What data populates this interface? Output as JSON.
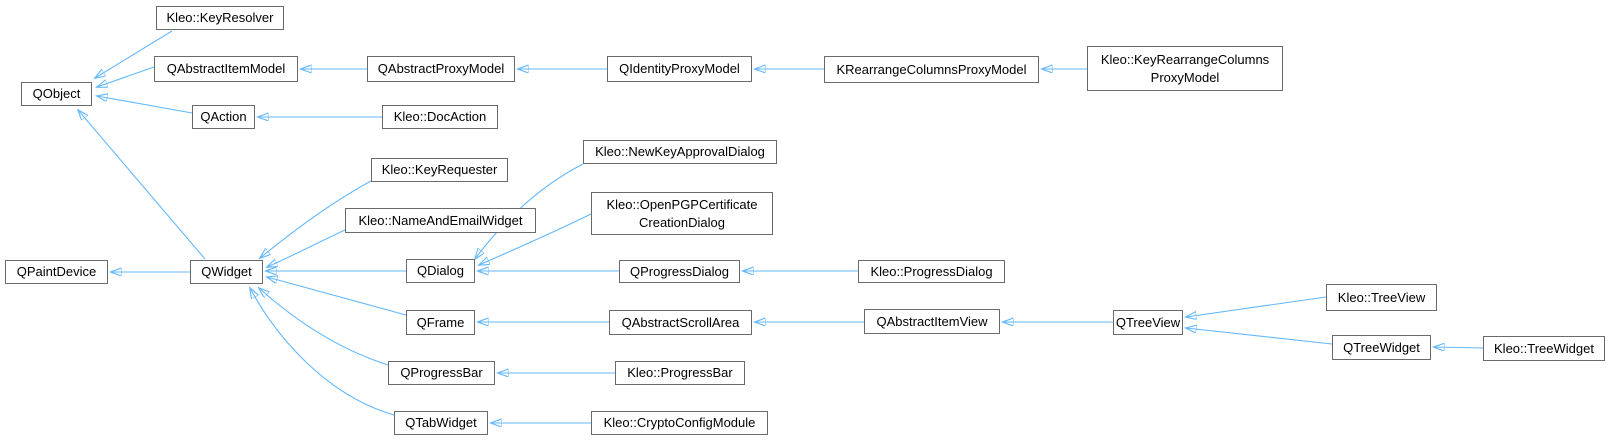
{
  "diagram": {
    "kind": "class-inheritance-graph",
    "colors": {
      "edge": "#63b8ff",
      "node_border": "#6a6a6a",
      "node_background": "#ffffff",
      "node_text": "#000000",
      "background": "#ffffff"
    },
    "nodes": [
      {
        "id": "qobject",
        "label": "QObject"
      },
      {
        "id": "kleo-keyresolver",
        "label": "Kleo::KeyResolver"
      },
      {
        "id": "qabstractitemmodel",
        "label": "QAbstractItemModel"
      },
      {
        "id": "qabstractproxymodel",
        "label": "QAbstractProxyModel"
      },
      {
        "id": "qidentityproxymodel",
        "label": "QIdentityProxyModel"
      },
      {
        "id": "krearrangecolumnsproxymodel",
        "label": "KRearrangeColumnsProxyModel"
      },
      {
        "id": "kleo-keyrearrangecolumnsproxymodel",
        "label": "Kleo::KeyRearrangeColumns\nProxyModel"
      },
      {
        "id": "qaction",
        "label": "QAction"
      },
      {
        "id": "kleo-docaction",
        "label": "Kleo::DocAction"
      },
      {
        "id": "qpaintdevice",
        "label": "QPaintDevice"
      },
      {
        "id": "qwidget",
        "label": "QWidget"
      },
      {
        "id": "kleo-keyrequester",
        "label": "Kleo::KeyRequester"
      },
      {
        "id": "kleo-nameandemailwidget",
        "label": "Kleo::NameAndEmailWidget"
      },
      {
        "id": "kleo-newkeyapprovaldialog",
        "label": "Kleo::NewKeyApprovalDialog"
      },
      {
        "id": "kleo-openpgpcertificatecreationdialog",
        "label": "Kleo::OpenPGPCertificate\nCreationDialog"
      },
      {
        "id": "qdialog",
        "label": "QDialog"
      },
      {
        "id": "qprogressdialog",
        "label": "QProgressDialog"
      },
      {
        "id": "kleo-progressdialog",
        "label": "Kleo::ProgressDialog"
      },
      {
        "id": "qframe",
        "label": "QFrame"
      },
      {
        "id": "qabstractscrollarea",
        "label": "QAbstractScrollArea"
      },
      {
        "id": "qabstractitemview",
        "label": "QAbstractItemView"
      },
      {
        "id": "qtreeview",
        "label": "QTreeView"
      },
      {
        "id": "kleo-treeview",
        "label": "Kleo::TreeView"
      },
      {
        "id": "qtreewidget",
        "label": "QTreeWidget"
      },
      {
        "id": "kleo-treewidget",
        "label": "Kleo::TreeWidget"
      },
      {
        "id": "qprogressbar",
        "label": "QProgressBar"
      },
      {
        "id": "kleo-progressbar",
        "label": "Kleo::ProgressBar"
      },
      {
        "id": "qtabwidget",
        "label": "QTabWidget"
      },
      {
        "id": "kleo-cryptoconfigmodule",
        "label": "Kleo::CryptoConfigModule"
      }
    ],
    "edges": [
      {
        "from": "kleo-keyresolver",
        "to": "qobject"
      },
      {
        "from": "qabstractitemmodel",
        "to": "qobject"
      },
      {
        "from": "qaction",
        "to": "qobject"
      },
      {
        "from": "qwidget",
        "to": "qobject"
      },
      {
        "from": "qabstractproxymodel",
        "to": "qabstractitemmodel"
      },
      {
        "from": "qidentityproxymodel",
        "to": "qabstractproxymodel"
      },
      {
        "from": "krearrangecolumnsproxymodel",
        "to": "qidentityproxymodel"
      },
      {
        "from": "kleo-keyrearrangecolumnsproxymodel",
        "to": "krearrangecolumnsproxymodel"
      },
      {
        "from": "kleo-docaction",
        "to": "qaction"
      },
      {
        "from": "qwidget",
        "to": "qpaintdevice"
      },
      {
        "from": "kleo-keyrequester",
        "to": "qwidget"
      },
      {
        "from": "kleo-nameandemailwidget",
        "to": "qwidget"
      },
      {
        "from": "qdialog",
        "to": "qwidget"
      },
      {
        "from": "qframe",
        "to": "qwidget"
      },
      {
        "from": "qprogressbar",
        "to": "qwidget"
      },
      {
        "from": "qtabwidget",
        "to": "qwidget"
      },
      {
        "from": "kleo-newkeyapprovaldialog",
        "to": "qdialog"
      },
      {
        "from": "kleo-openpgpcertificatecreationdialog",
        "to": "qdialog"
      },
      {
        "from": "qprogressdialog",
        "to": "qdialog"
      },
      {
        "from": "kleo-progressdialog",
        "to": "qprogressdialog"
      },
      {
        "from": "qabstractscrollarea",
        "to": "qframe"
      },
      {
        "from": "qabstractitemview",
        "to": "qabstractscrollarea"
      },
      {
        "from": "qtreeview",
        "to": "qabstractitemview"
      },
      {
        "from": "kleo-treeview",
        "to": "qtreeview"
      },
      {
        "from": "qtreewidget",
        "to": "qtreeview"
      },
      {
        "from": "kleo-treewidget",
        "to": "qtreewidget"
      },
      {
        "from": "kleo-progressbar",
        "to": "qprogressbar"
      },
      {
        "from": "kleo-cryptoconfigmodule",
        "to": "qtabwidget"
      }
    ]
  }
}
